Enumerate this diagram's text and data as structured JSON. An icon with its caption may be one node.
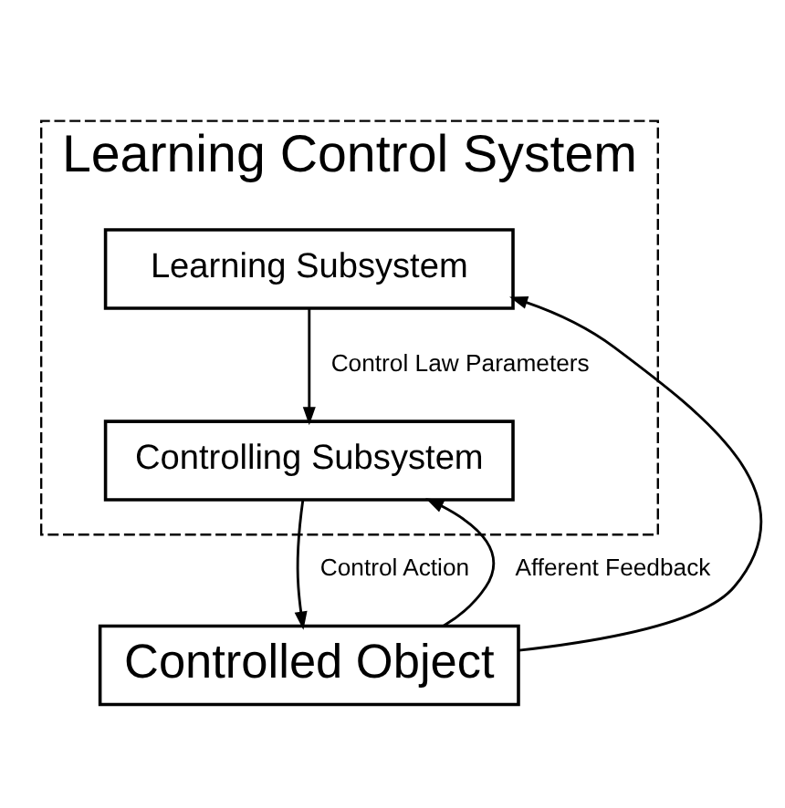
{
  "diagram": {
    "nodes": [
      {
        "text": [
          "Learning Control System"
        ]
      },
      {
        "text": [
          "Learning Subsystem"
        ],
        "in": 0
      },
      {
        "text": [
          "Controlling Subsystem"
        ],
        "in": 0
      },
      {
        "text": [
          "Controlled Object"
        ]
      }
    ],
    "edges": [
      {
        "from": 1,
        "to": 2,
        "arrow": "to",
        "label": "Control Law Parameters"
      },
      {
        "from": 2,
        "to": 3,
        "arrow": "to",
        "label": "Control Action"
      },
      {
        "from": 3,
        "to": 2,
        "arrow": "to",
        "label": "Afferent Feedback"
      },
      {
        "from": 3,
        "to": 1,
        "arrow": "to"
      }
    ]
  }
}
